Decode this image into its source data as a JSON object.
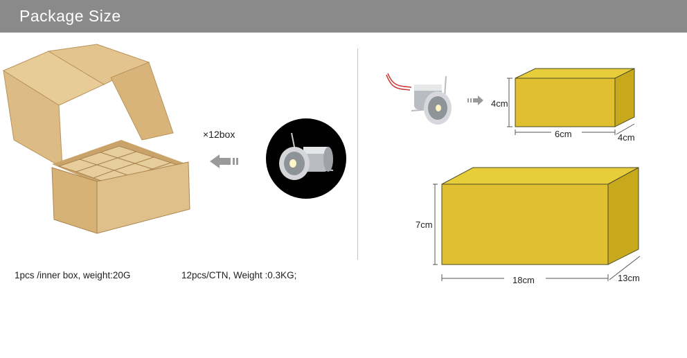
{
  "header": {
    "title": "Package Size"
  },
  "left": {
    "multiplier": "×12box",
    "caption_inner": "1pcs /inner box,  weight:20G",
    "caption_carton": "12pcs/CTN,  Weight :0.3KG;"
  },
  "inner_box": {
    "height": "4cm",
    "length": "6cm",
    "width": "4cm"
  },
  "carton": {
    "height": "7cm",
    "length": "18cm",
    "width": "13cm"
  },
  "colors": {
    "header": "#8a8a8a",
    "box_yellow": "#e0c030",
    "cardboard": "#d9b57a"
  }
}
